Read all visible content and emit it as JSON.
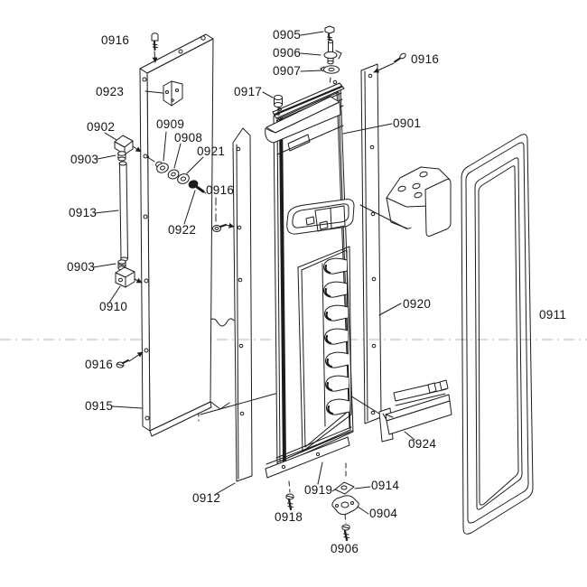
{
  "diagram": {
    "background_color": "#ffffff",
    "line_color": "#1c1c1c",
    "centerline_color": "#b4b4b4",
    "label_color": "#141414",
    "callouts": [
      {
        "text": "0916",
        "placement": "top-left-screw"
      },
      {
        "text": "0905",
        "placement": "top-hinge-screw"
      },
      {
        "text": "0906",
        "placement": "top-hinge-pin"
      },
      {
        "text": "0907",
        "placement": "top-hinge-washer"
      },
      {
        "text": "0916",
        "placement": "top-right-screw"
      },
      {
        "text": "0923",
        "placement": "corner-bracket"
      },
      {
        "text": "0917",
        "placement": "door-top-cap"
      },
      {
        "text": "0902",
        "placement": "rod-top-block"
      },
      {
        "text": "0901",
        "placement": "door-assembly"
      },
      {
        "text": "0909",
        "placement": "washer-row-first"
      },
      {
        "text": "0908",
        "placement": "washer-row-second"
      },
      {
        "text": "0903",
        "placement": "rod-upper-bushing"
      },
      {
        "text": "0921",
        "placement": "washer-row-third"
      },
      {
        "text": "0916",
        "placement": "middle-screw"
      },
      {
        "text": "0913",
        "placement": "hinge-rod"
      },
      {
        "text": "0922",
        "placement": "shoulder-bolt"
      },
      {
        "text": "0903",
        "placement": "rod-lower-bushing"
      },
      {
        "text": "0910",
        "placement": "rod-bottom-block"
      },
      {
        "text": "0920",
        "placement": "right-trim-strip"
      },
      {
        "text": "0911",
        "placement": "door-gasket"
      },
      {
        "text": "0916",
        "placement": "bottom-left-screw"
      },
      {
        "text": "0915",
        "placement": "inner-door-panel"
      },
      {
        "text": "0924",
        "placement": "door-shelf-bucket"
      },
      {
        "text": "0912",
        "placement": "left-trim-strip"
      },
      {
        "text": "0919",
        "placement": "bottom-trim"
      },
      {
        "text": "0914",
        "placement": "bottom-clamp"
      },
      {
        "text": "0918",
        "placement": "bottom-left-hinge-screw"
      },
      {
        "text": "0904",
        "placement": "bottom-hinge-plate"
      },
      {
        "text": "0906",
        "placement": "bottom-hinge-screw"
      }
    ]
  }
}
